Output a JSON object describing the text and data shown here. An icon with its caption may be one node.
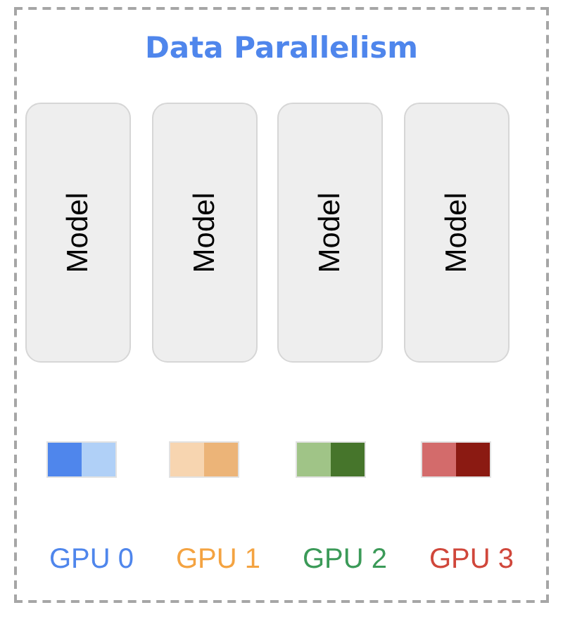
{
  "diagram": {
    "nodes": [
      {
        "text": [
          "Data Parallelism"
        ]
      },
      {
        "text": [
          "Model"
        ],
        "in": 0
      },
      {
        "text": [
          "Model"
        ],
        "in": 0
      },
      {
        "text": [
          "Model"
        ],
        "in": 0
      },
      {
        "text": [
          "Model"
        ],
        "in": 0
      },
      {
        "text": [],
        "shape": "box",
        "in": 0
      },
      {
        "text": [],
        "shape": "box",
        "in": 0
      },
      {
        "text": [],
        "shape": "box",
        "in": 0
      },
      {
        "text": [],
        "shape": "box",
        "in": 0
      }
    ],
    "labels": [
      "GPU 0",
      "GPU 1",
      "GPU 2",
      "GPU 3"
    ]
  }
}
